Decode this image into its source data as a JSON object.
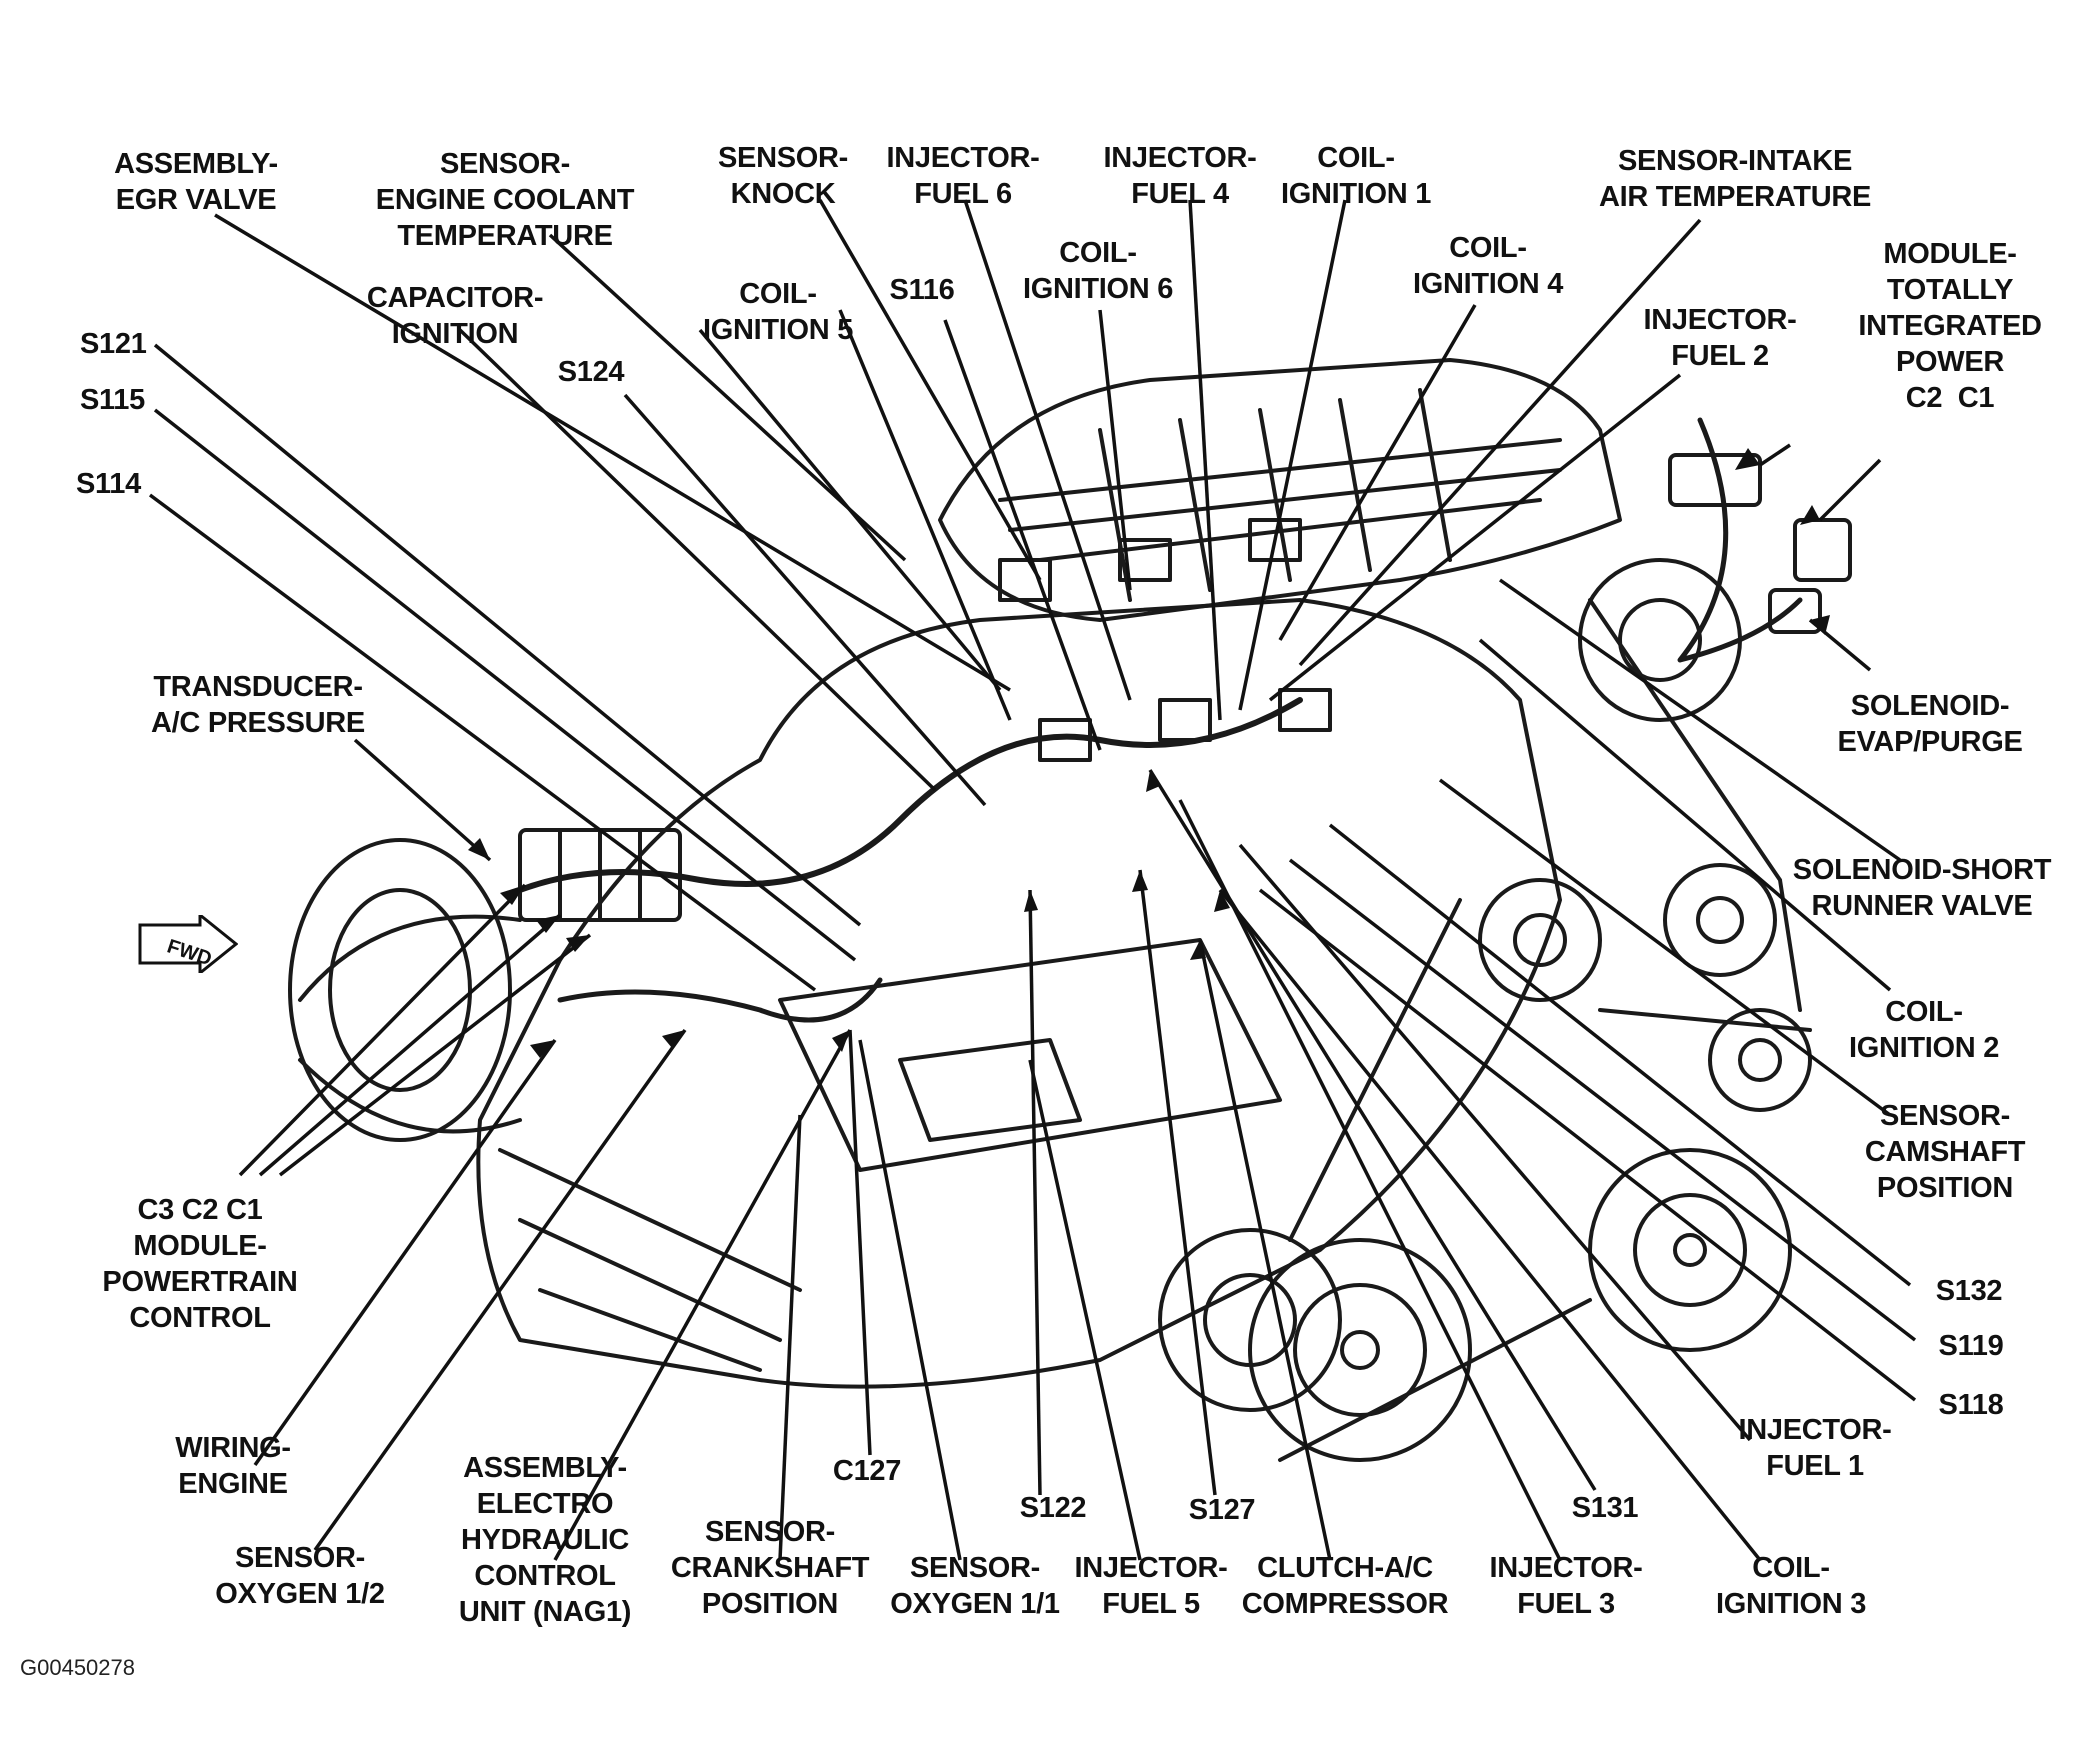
{
  "figure_id": "G00450278",
  "fwd_text": "FWD",
  "labels": {
    "egr_valve": "ASSEMBLY-\nEGR VALVE",
    "coolant_temp": "SENSOR-\nENGINE COOLANT\nTEMPERATURE",
    "capacitor_ignition": "CAPACITOR-\nIGNITION",
    "sensor_knock": "SENSOR-\nKNOCK",
    "injector_fuel6": "INJECTOR-\nFUEL 6",
    "injector_fuel4": "INJECTOR-\nFUEL 4",
    "coil_ignition1": "COIL-\nIGNITION 1",
    "intake_air_temp": "SENSOR-INTAKE\nAIR TEMPERATURE",
    "coil_ignition6": "COIL-\nIGNITION 6",
    "coil_ignition4": "COIL-\nIGNITION 4",
    "coil_ignition5": "COIL-\nIGNITION 5",
    "s116": "S116",
    "s124": "S124",
    "s121": "S121",
    "s115": "S115",
    "s114": "S114",
    "injector_fuel2": "INJECTOR-\nFUEL 2",
    "tipm": "MODULE-\nTOTALLY\nINTEGRATED\nPOWER\nC2  C1",
    "solenoid_evap": "SOLENOID-\nEVAP/PURGE",
    "ac_pressure": "TRANSDUCER-\nA/C PRESSURE",
    "short_runner": "SOLENOID-SHORT\nRUNNER VALVE",
    "coil_ignition2": "COIL-\nIGNITION 2",
    "camshaft": "SENSOR-\nCAMSHAFT\nPOSITION",
    "s132": "S132",
    "s119": "S119",
    "s118": "S118",
    "pcm": "C3 C2 C1\nMODULE-\nPOWERTRAIN\nCONTROL",
    "wiring_engine": "WIRING-\nENGINE",
    "injector_fuel1": "INJECTOR-\nFUEL 1",
    "c127": "C127",
    "s122": "S122",
    "s127": "S127",
    "s131": "S131",
    "oxygen12": "SENSOR-\nOXYGEN 1/2",
    "nag1": "ASSEMBLY-\nELECTRO\nHYDRAULIC\nCONTROL\nUNIT (NAG1)",
    "crankshaft": "SENSOR-\nCRANKSHAFT\nPOSITION",
    "oxygen11": "SENSOR-\nOXYGEN 1/1",
    "injector_fuel5": "INJECTOR-\nFUEL 5",
    "clutch_ac": "CLUTCH-A/C\nCOMPRESSOR",
    "injector_fuel3": "INJECTOR-\nFUEL 3",
    "coil_ignition3": "COIL-\nIGNITION 3"
  }
}
